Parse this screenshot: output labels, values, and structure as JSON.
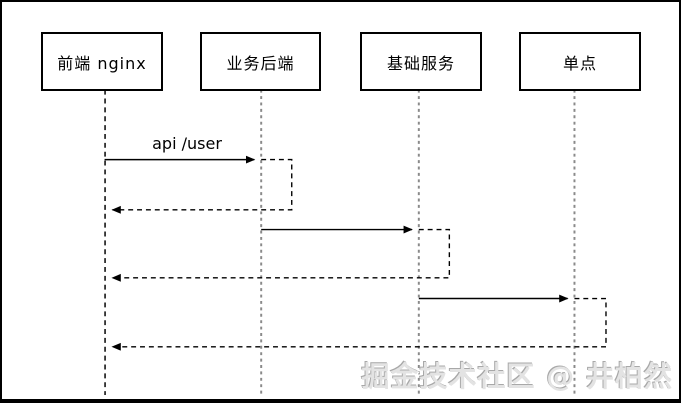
{
  "diagram": {
    "type": "sequence-diagram",
    "actors": [
      {
        "label": "前端 nginx"
      },
      {
        "label": "业务后端"
      },
      {
        "label": "基础服务"
      },
      {
        "label": "单点"
      }
    ],
    "messages": [
      {
        "from": "前端 nginx",
        "to": "业务后端",
        "label": "api /user",
        "style": "solid"
      },
      {
        "from": "业务后端",
        "to": "前端 nginx",
        "label": "",
        "style": "dashed-return"
      },
      {
        "from": "业务后端",
        "to": "基础服务",
        "label": "",
        "style": "solid"
      },
      {
        "from": "基础服务",
        "to": "前端 nginx",
        "label": "",
        "style": "dashed-return"
      },
      {
        "from": "基础服务",
        "to": "单点",
        "label": "",
        "style": "solid"
      },
      {
        "from": "单点",
        "to": "前端 nginx",
        "label": "",
        "style": "dashed-return"
      }
    ],
    "colors": {
      "line": "#000000",
      "secondary_lifeline": "#8a8a8a",
      "background": "#ffffff",
      "watermark": "#d9d9d9"
    }
  },
  "watermark": {
    "text": "掘金技术社区 @ 井柏然"
  }
}
